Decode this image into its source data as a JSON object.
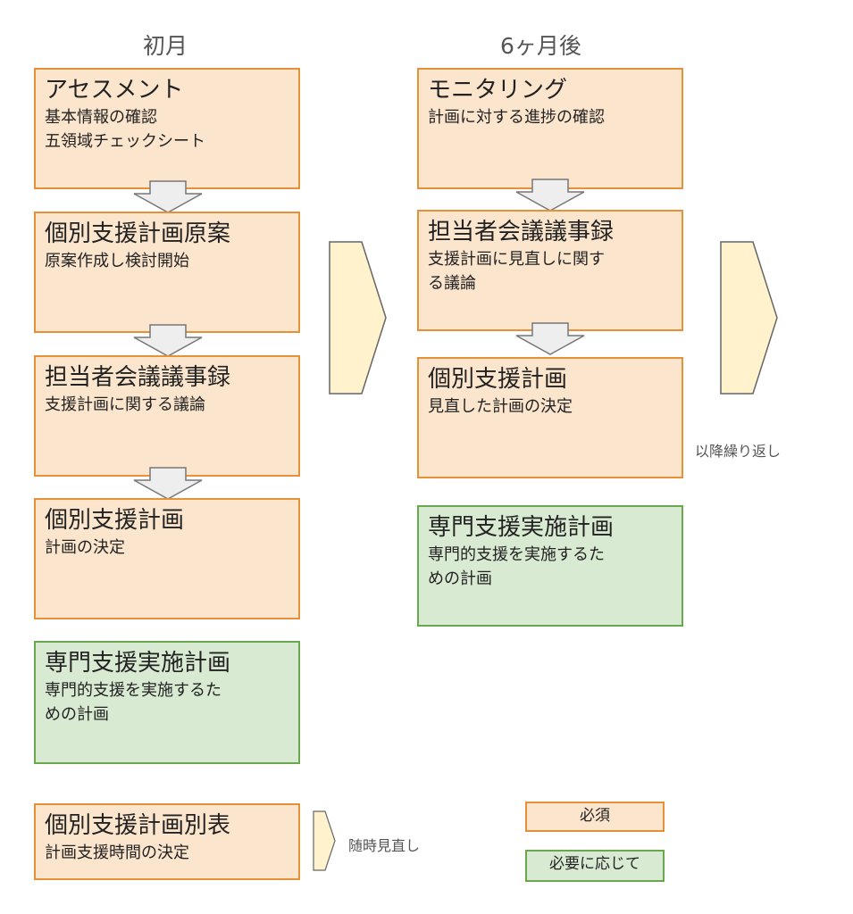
{
  "columns": {
    "first": "初月",
    "later": "6ヶ月後"
  },
  "first_month": {
    "assessment": {
      "title": "アセスメント",
      "lines": [
        "基本情報の確認",
        "五領域チェックシート"
      ]
    },
    "draft_plan": {
      "title": "個別支援計画原案",
      "lines": [
        "原案作成し検討開始"
      ]
    },
    "meeting": {
      "title": "担当者会議議事録",
      "lines": [
        "支援計画に関する議論"
      ]
    },
    "plan": {
      "title": "個別支援計画",
      "lines": [
        "計画の決定"
      ]
    },
    "special_plan": {
      "title": "専門支援実施計画",
      "lines": [
        "専門的支援を実施するた",
        "めの計画"
      ]
    }
  },
  "six_months": {
    "monitoring": {
      "title": "モニタリング",
      "lines": [
        "計画に対する進捗の確認"
      ]
    },
    "meeting": {
      "title": "担当者会議議事録",
      "lines": [
        "支援計画に見直しに関す",
        "る議論"
      ]
    },
    "plan": {
      "title": "個別支援計画",
      "lines": [
        "見直した計画の決定"
      ]
    },
    "special_plan": {
      "title": "専門支援実施計画",
      "lines": [
        "専門的支援を実施するた",
        "めの計画"
      ]
    }
  },
  "repeat_note": "以降繰り返し",
  "appendix": {
    "title": "個別支援計画別表",
    "lines": [
      "計画支援時間の決定"
    ]
  },
  "revision_note": "随時見直し",
  "legend": {
    "required": "必須",
    "optional": "必要に応じて"
  },
  "colors": {
    "required_fill": "#fce5cd",
    "required_border": "#e69138",
    "optional_fill": "#d9ead3",
    "optional_border": "#6aa84f",
    "chevron_fill": "#fff2cc",
    "arrow_fill": "#eeeeee"
  }
}
